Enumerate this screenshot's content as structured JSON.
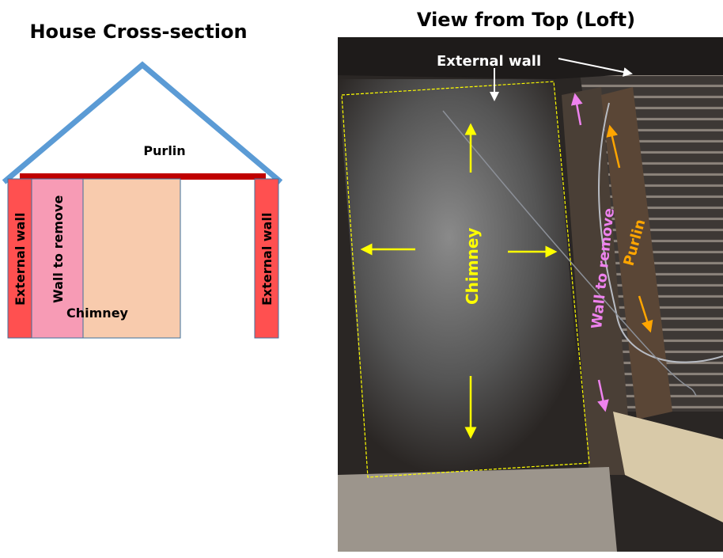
{
  "left_panel": {
    "title": "House Cross-section",
    "labels": {
      "purlin": "Purlin",
      "external_wall_left": "External wall",
      "wall_to_remove": "Wall to remove",
      "chimney": "Chimney",
      "external_wall_right": "External wall"
    },
    "colors": {
      "roof": "#5b9bd5",
      "purlin": "#c00000",
      "external_wall": "#ff5050",
      "wall_to_remove": "#f79bb5",
      "chimney": "#f8cbad"
    }
  },
  "right_panel": {
    "title": "View from Top (Loft)",
    "labels": {
      "external_wall": "External wall",
      "chimney": "Chimney",
      "wall_to_remove": "Wall to remove",
      "purlin": "Purlin"
    },
    "colors": {
      "external_wall_label": "#ffffff",
      "chimney_label": "#ffff00",
      "wall_to_remove_label": "#ee82ee",
      "purlin_label": "#ffa500"
    }
  }
}
